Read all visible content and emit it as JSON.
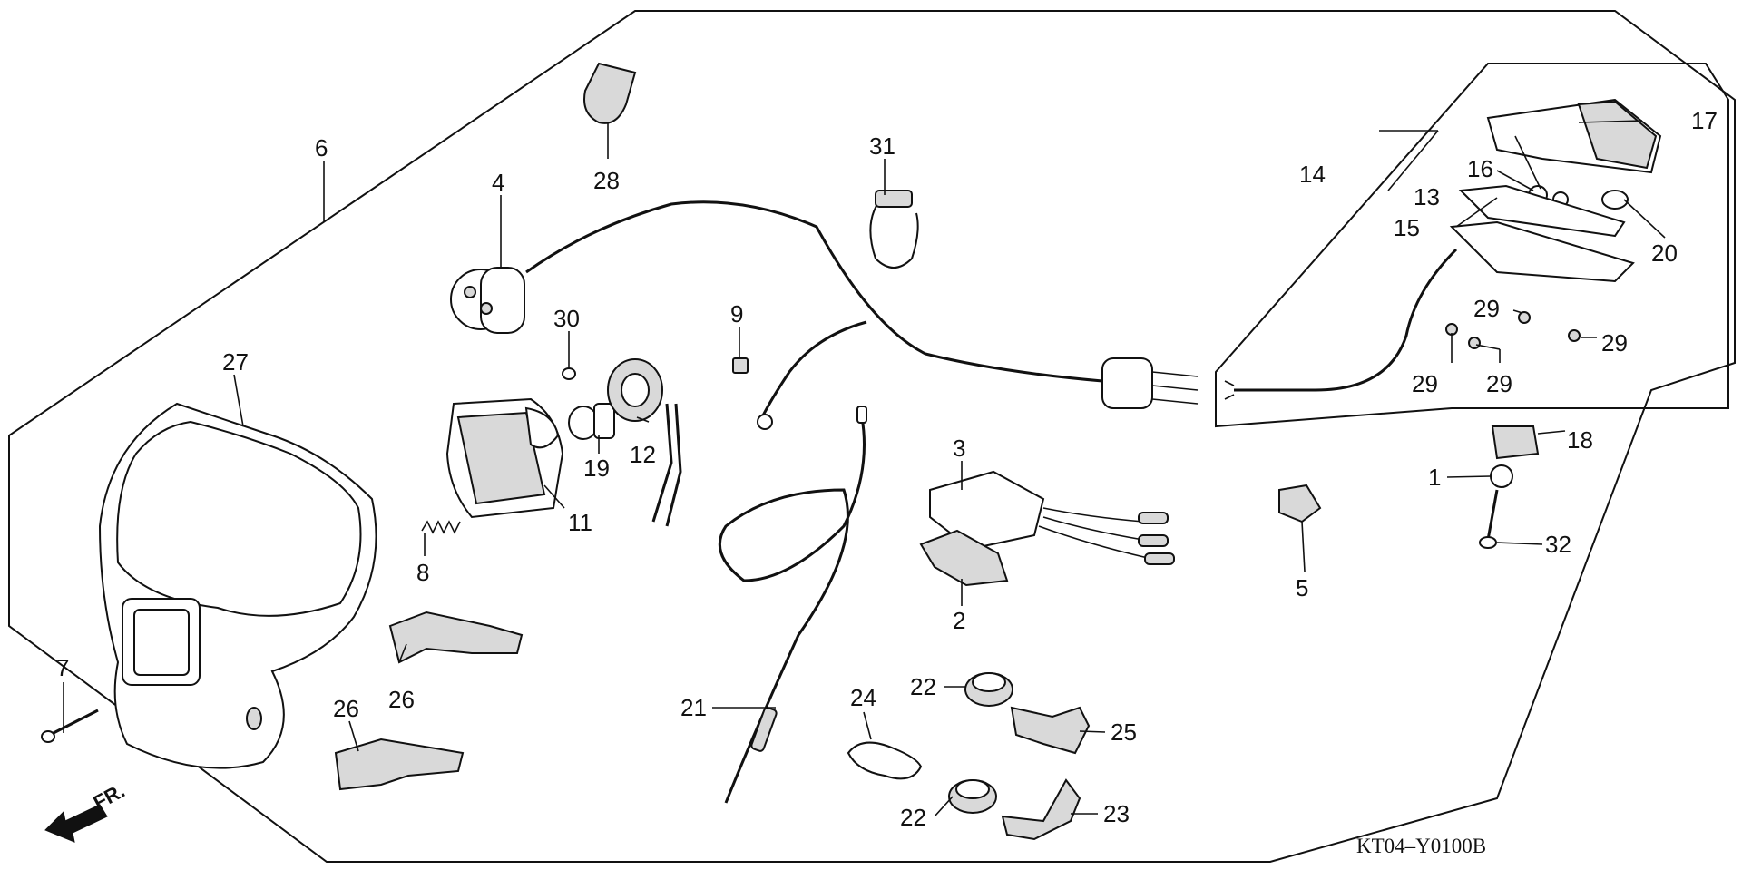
{
  "diagram": {
    "drawing_code": "KT04–Y0100B",
    "direction_label": "FR.",
    "callouts": {
      "c1": "1",
      "c2": "2",
      "c3": "3",
      "c4": "4",
      "c5": "5",
      "c6": "6",
      "c7": "7",
      "c8": "8",
      "c9": "9",
      "c11": "11",
      "c12": "12",
      "c13": "13",
      "c14": "14",
      "c15": "15",
      "c16": "16",
      "c17": "17",
      "c18": "18",
      "c19": "19",
      "c20": "20",
      "c21": "21",
      "c22a": "22",
      "c22b": "22",
      "c23": "23",
      "c24": "24",
      "c25": "25",
      "c26a": "26",
      "c26b": "26",
      "c27": "27",
      "c28": "28",
      "c29a": "29",
      "c29b": "29",
      "c29c": "29",
      "c29d": "29",
      "c30": "30",
      "c31": "31",
      "c32": "32"
    }
  }
}
